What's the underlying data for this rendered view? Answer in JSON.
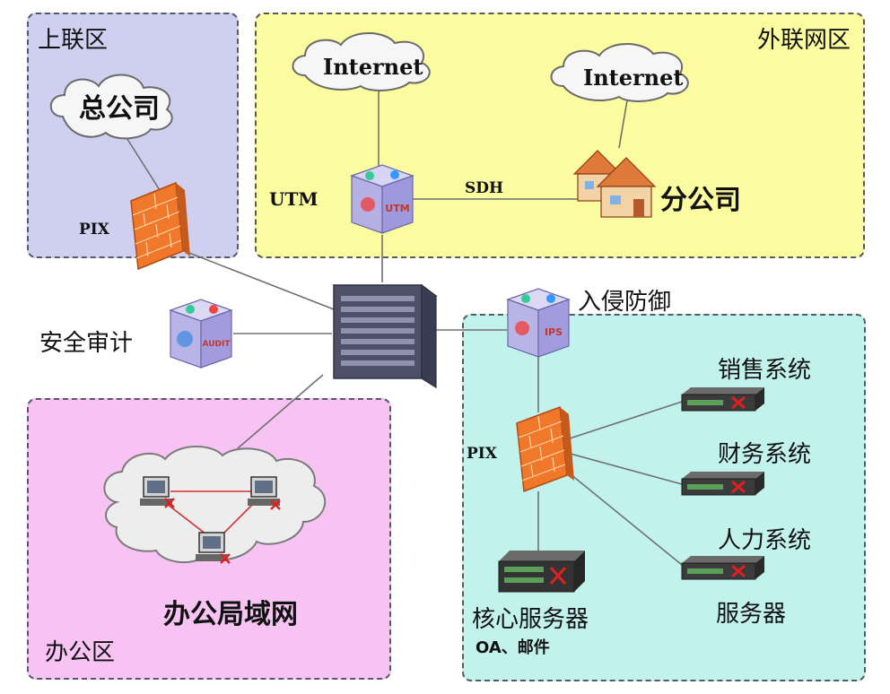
{
  "zones": {
    "upper": "上联区",
    "external": "外联网区",
    "office": "办公区"
  },
  "clouds": {
    "hq": "总公司",
    "internet_1": "Internet",
    "internet_2": "Internet"
  },
  "labels": {
    "pix_top": "PIX",
    "utm": "UTM",
    "sdh": "SDH",
    "branch": "分公司",
    "ips": "入侵防御",
    "audit": "安全审计",
    "pix_server": "PIX",
    "sales": "销售系统",
    "finance": "财务系统",
    "hr": "人力系统",
    "servers": "服务器",
    "core_server": "核心服务器",
    "core_server_sub": "OA、邮件",
    "lan": "办公局域网"
  },
  "device_text": {
    "utm_badge": "UTM",
    "ips_badge": "IPS",
    "audit_badge": "AUDIT"
  },
  "colors": {
    "upper_zone": "#cfd0f0",
    "external_zone": "#fbfba0",
    "office_zone": "#f7c3f3",
    "server_zone": "#c2f2ec",
    "firewall": "#f07a2a",
    "link": "#707070"
  }
}
